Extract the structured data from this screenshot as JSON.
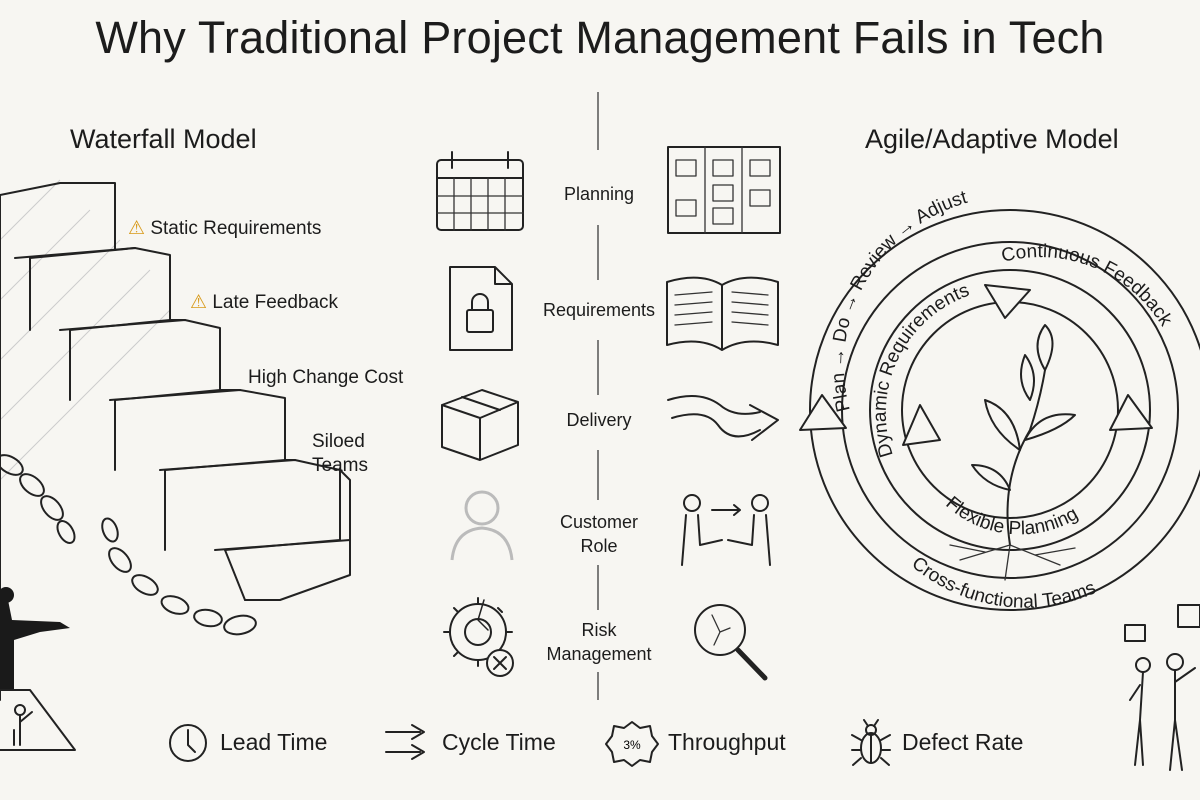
{
  "title": "Why Traditional Project Management Fails in Tech",
  "waterfall": {
    "heading": "Waterfall Model",
    "steps": [
      {
        "label": "Static Requirements",
        "icon": "warning-icon"
      },
      {
        "label": "Late Feedback",
        "icon": "warning-icon"
      },
      {
        "label": "High Change Cost"
      },
      {
        "label": "Siloed",
        "label2": "Teams"
      }
    ]
  },
  "agile": {
    "heading": "Agile/Adaptive Model",
    "outer_top": "Plan → Do → Review → Adjust",
    "outer_bottom": "Cross-functional Teams",
    "inner_left": "Dynamic Requirements",
    "inner_top": "Continuous Feedback",
    "inner_bottom": "Flexible Planning"
  },
  "comparison": [
    {
      "label": "Planning",
      "left_icon": "calendar-icon",
      "right_icon": "sticky-board-icon"
    },
    {
      "label": "Requirements",
      "left_icon": "locked-document-icon",
      "right_icon": "open-book-icon"
    },
    {
      "label": "Delivery",
      "left_icon": "box-icon",
      "right_icon": "winding-arrow-icon"
    },
    {
      "label": "Customer",
      "label2": "Role",
      "left_icon": "faded-person-icon",
      "right_icon": "handshake-icon"
    },
    {
      "label": "Risk",
      "label2": "Management",
      "left_icon": "broken-gear-icon",
      "right_icon": "magnifier-icon"
    }
  ],
  "metrics": [
    {
      "label": "Lead Time",
      "icon": "clock-icon"
    },
    {
      "label": "Cycle Time",
      "icon": "double-arrow-icon"
    },
    {
      "label": "Throughput",
      "icon": "percent-badge-icon",
      "icon_text": "3%"
    },
    {
      "label": "Defect Rate",
      "icon": "bug-icon"
    }
  ]
}
